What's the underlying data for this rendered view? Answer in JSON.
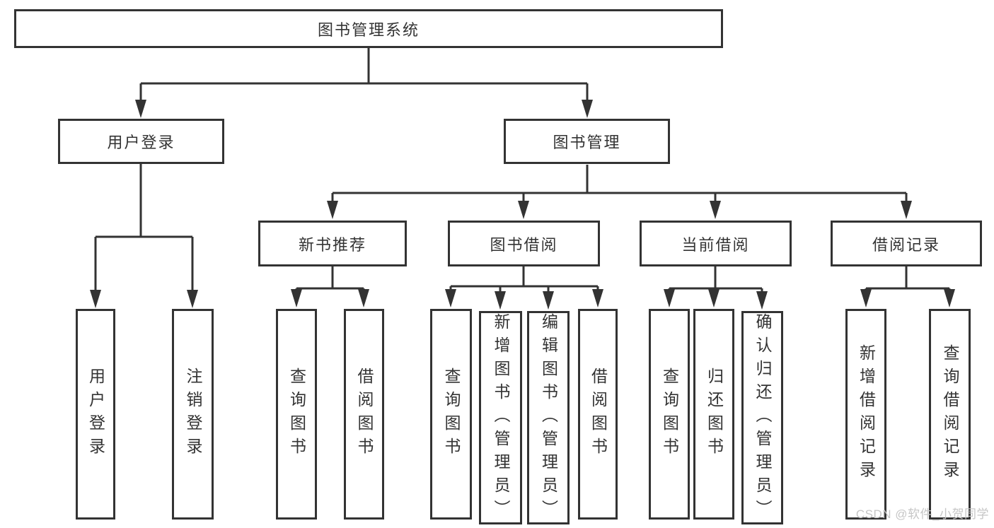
{
  "diagram": {
    "root": {
      "label": "图书管理系统"
    },
    "level2": [
      {
        "label": "用户登录"
      },
      {
        "label": "图书管理"
      }
    ],
    "level3": [
      {
        "label": "新书推荐"
      },
      {
        "label": "图书借阅"
      },
      {
        "label": "当前借阅"
      },
      {
        "label": "借阅记录"
      }
    ],
    "leaves": {
      "user_login": [
        {
          "label": "用户登录"
        },
        {
          "label": "注销登录"
        }
      ],
      "new_book_recommend": [
        {
          "label": "查询图书"
        },
        {
          "label": "借阅图书"
        }
      ],
      "book_borrow": [
        {
          "label": "查询图书"
        },
        {
          "label": "新增图书（管理员）"
        },
        {
          "label": "编辑图书（管理员）"
        },
        {
          "label": "借阅图书"
        }
      ],
      "current_borrow": [
        {
          "label": "查询图书"
        },
        {
          "label": "归还图书"
        },
        {
          "label": "确认归还（管理员）"
        }
      ],
      "borrow_records": [
        {
          "label": "新增借阅记录"
        },
        {
          "label": "查询借阅记录"
        }
      ]
    },
    "watermark": {
      "text": "CSDN @软件_小贺同学"
    },
    "colors": {
      "line": "#333333",
      "text": "#333333",
      "background": "#ffffff",
      "watermark": "#c6c6c6"
    }
  }
}
